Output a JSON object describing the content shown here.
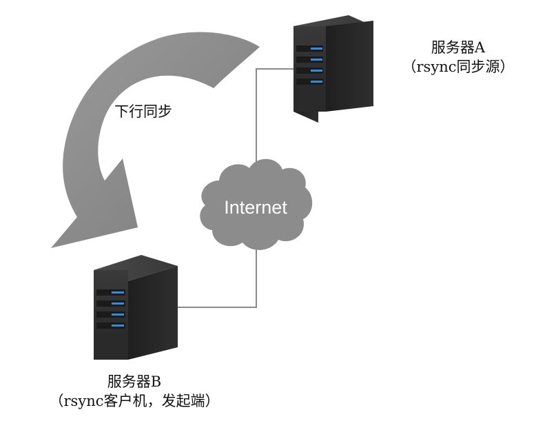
{
  "server_a": {
    "name": "服务器A",
    "role": "（rsync同步源）"
  },
  "server_b": {
    "name": "服务器B",
    "role": "（rsync客户机，发起端）"
  },
  "network": {
    "label": "Internet"
  },
  "sync_arrow": {
    "label": "下行同步"
  },
  "colors": {
    "arrow": "#8a8a8a",
    "cloud": "#8c8c8c",
    "connector_line": "#8a8a8a",
    "server_body": "#2b2b2b",
    "server_led": "#2e8fe0"
  }
}
